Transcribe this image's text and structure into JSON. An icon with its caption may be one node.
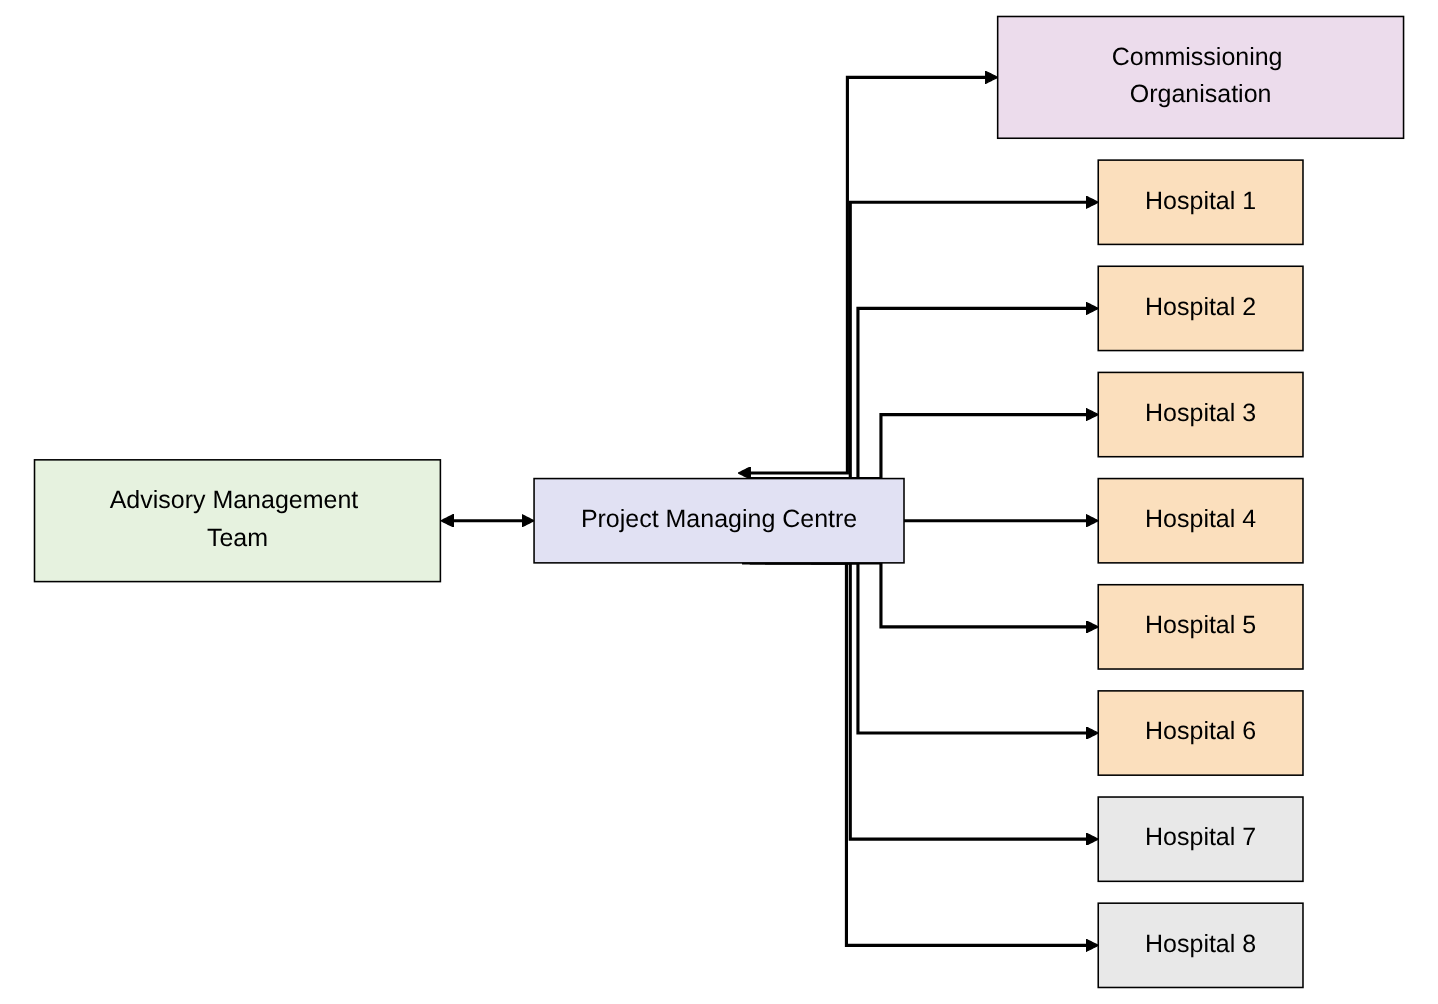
{
  "diagram": {
    "nodes": [
      {
        "text": [
          "Advisory Management Team"
        ]
      },
      {
        "text": [
          "Project Managing Centre"
        ]
      },
      {
        "text": [
          "Commissioning Organisation"
        ]
      },
      {
        "text": [
          "Hospital 1"
        ]
      },
      {
        "text": [
          "Hospital 2"
        ]
      },
      {
        "text": [
          "Hospital 3"
        ]
      },
      {
        "text": [
          "Hospital 4"
        ]
      },
      {
        "text": [
          "Hospital 5"
        ]
      },
      {
        "text": [
          "Hospital 6"
        ]
      },
      {
        "text": [
          "Hospital 7"
        ]
      },
      {
        "text": [
          "Hospital 8"
        ]
      }
    ],
    "edges": [
      {
        "from": 0,
        "to": 1,
        "arrow": "both"
      },
      {
        "from": 1,
        "to": 2,
        "arrow": "both"
      },
      {
        "from": 1,
        "to": 3,
        "arrow": "to"
      },
      {
        "from": 1,
        "to": 4,
        "arrow": "to"
      },
      {
        "from": 1,
        "to": 5,
        "arrow": "to"
      },
      {
        "from": 1,
        "to": 6,
        "arrow": "to"
      },
      {
        "from": 1,
        "to": 7,
        "arrow": "to"
      },
      {
        "from": 1,
        "to": 8,
        "arrow": "to"
      },
      {
        "from": 1,
        "to": 9,
        "arrow": "to"
      },
      {
        "from": 1,
        "to": 10,
        "arrow": "to"
      }
    ]
  }
}
